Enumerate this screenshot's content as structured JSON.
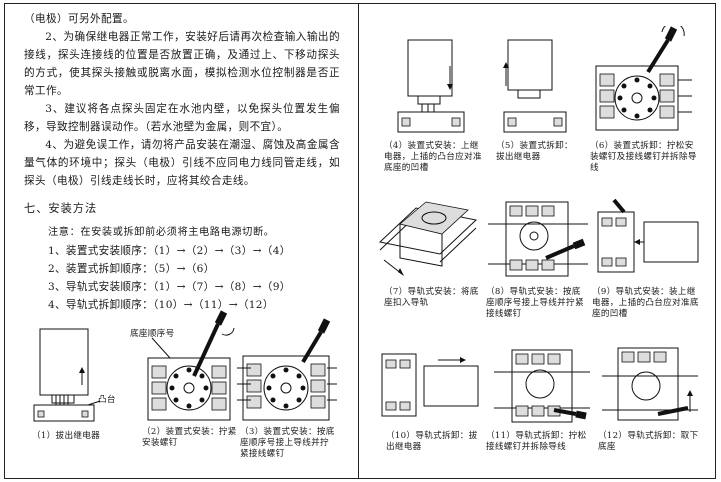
{
  "left": {
    "para1": "（电极）可另外配置。",
    "para2": "2、为确保继电器正常工作，安装好后请再次检查输入输出的接线，探头连接线的位置是否放置正确，及通过上、下移动探头的方式，使其探头接触或脱离水面，模拟检测水位控制器是否正常工作。",
    "para3": "3、建议将各点探头固定在水池内壁，以免探头位置发生偏移，导致控制器误动作。（若水池壁为金属，则不宜）。",
    "para4": "4、为避免误工作，请勿将产品安装在潮湿、腐蚀及高金属含量气体的环境中；探头（电极）引线不应同电力线同管走线，如探头（电极）引线走线长时，应将其绞合走线。",
    "section_title": "七、安装方法",
    "note": "注意：在安装或拆卸前必须将主电路电源切断。",
    "steps": [
      "1、装置式安装顺序：（1）→（2）→（3）→（4）",
      "2、装置式拆卸顺序：（5）→（6）",
      "3、导轨式安装顺序：（1）→（7）→（8）→（9）",
      "4、导轨式拆卸顺序：（10）→（11）→（12）"
    ],
    "label_base_seq": "底座顺序号",
    "label_boss": "凸台",
    "cap1": "（1）拔出继电器",
    "cap2": "（2）装置式安装：拧紧安装螺钉",
    "cap3": "（3）装置式安装：按底座顺序号接上导线并拧紧接线螺钉"
  },
  "right": {
    "cap4": "（4）装置式安装：上继电器，上插的凸台应对准底座的凹槽",
    "cap5": "（5）装置式拆卸：拔出继电器",
    "cap6": "（6）装置式拆卸：拧松安装螺钉及接线螺钉并拆除导线",
    "cap7": "（7）导轨式安装：将底座扣入导轨",
    "cap8": "（8）导轨式安装：按底座顺序号接上导线并拧紧接线螺钉",
    "cap9": "（9）导轨式安装：装上继电器，上插的凸台应对准底座的凹槽",
    "cap10": "（10）导轨式拆卸：拔出继电器",
    "cap11": "（11）导轨式拆卸：拧松接线螺钉并拆除导线",
    "cap12": "（12）导轨式拆卸：取下底座"
  }
}
